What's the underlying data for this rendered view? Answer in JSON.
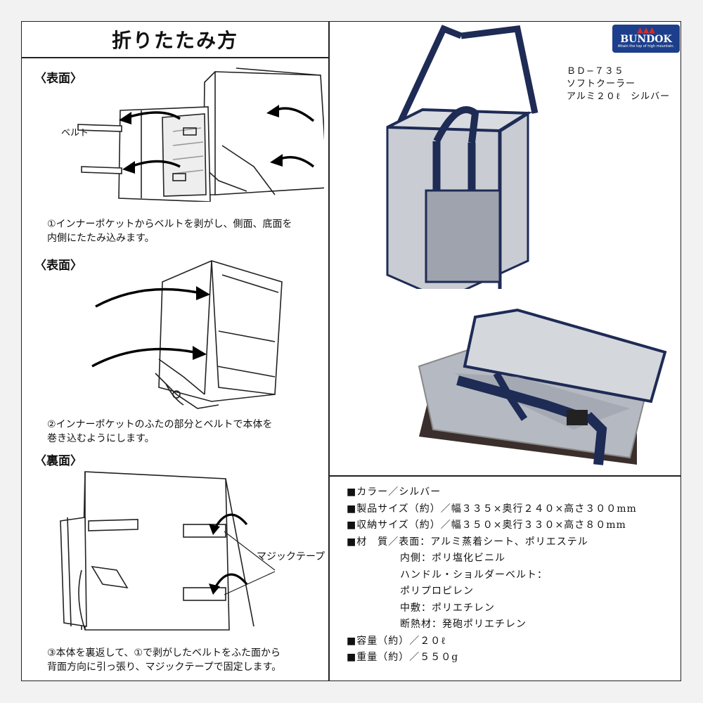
{
  "title": "折りたたみ方",
  "steps": [
    {
      "label": "〈表面〉",
      "caption": "①インナーポケットからベルトを剥がし、側面、底面を\n内側にたたみ込みます。"
    },
    {
      "label": "〈表面〉",
      "caption": "②インナーポケットのふたの部分とベルトで本体を\n巻き込むようにします。"
    },
    {
      "label": "〈裏面〉",
      "caption": "③本体を裏返して、①で剥がしたベルトをふた面から\n背面方向に引っ張り、マジックテープで固定します。"
    }
  ],
  "callouts": {
    "belt": "ベルト",
    "magic_tape": "マジックテープ"
  },
  "logo": {
    "name": "BUNDOK",
    "tagline": "Attain the top of high mountain.",
    "trees": "▲▲▲"
  },
  "product": {
    "code": "ＢＤ−７３５",
    "type": "ソフトクーラー",
    "variant": "アルミ２０ℓ　シルバー"
  },
  "specs": {
    "color": "■カラー／シルバー",
    "size": "■製品サイズ（約）／幅３３５×奥行２４０×高さ３００mm",
    "storage_size": "■収納サイズ（約）／幅３５０×奥行３３０×高さ８０mm",
    "material_head": "■材　質／表面：アルミ蒸着シート、ポリエステル",
    "material_lines": [
      "内側：ポリ塩化ビニル",
      "ハンドル・ショルダーベルト：",
      "ポリプロピレン",
      "中敷：ポリエチレン",
      "断熱材：発砲ポリエチレン"
    ],
    "capacity": "■容量（約）／２０ℓ",
    "weight": "■重量（約）／５５０g"
  },
  "colors": {
    "navy": "#1e2b55",
    "silver": "#c9ccd2",
    "brown": "#3a2f2c"
  }
}
